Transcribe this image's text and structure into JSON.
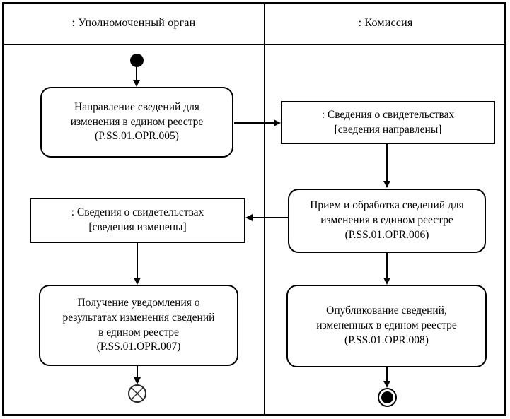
{
  "colors": {
    "line": "#000000",
    "background": "#ffffff"
  },
  "lanes": [
    {
      "title": ": Уполномоченный орган"
    },
    {
      "title": ": Комиссия"
    }
  ],
  "nodes": {
    "act005": "Направление сведений для\nизменения в едином реестре\n(P.SS.01.OPR.005)",
    "obj_sent": ": Сведения о свидетельствах\n[сведения направлены]",
    "act006": "Прием и обработка сведений для\nизменения в едином реестре\n(P.SS.01.OPR.006)",
    "obj_changed": ": Сведения о свидетельствах\n[сведения изменены]",
    "act007": "Получение уведомления о\nрезультатах изменения сведений\nв едином реестре\n(P.SS.01.OPR.007)",
    "act008": "Опубликование сведений,\nизмененных в едином реестре\n(P.SS.01.OPR.008)"
  }
}
